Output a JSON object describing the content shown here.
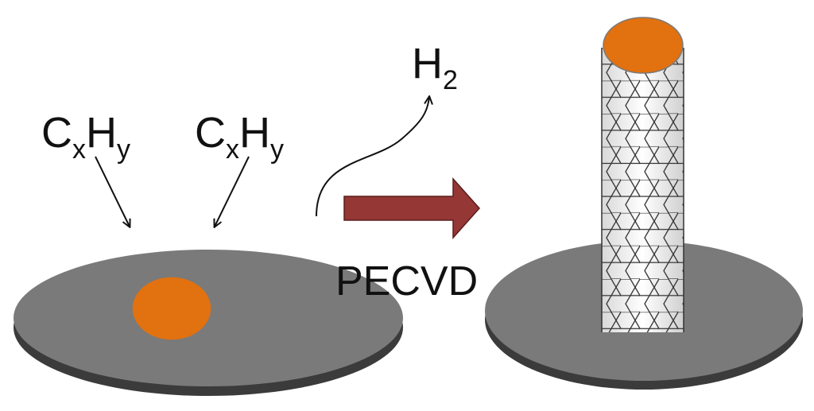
{
  "labels": {
    "precursor_left_main1": "C",
    "precursor_left_sub1": "x",
    "precursor_left_main2": "H",
    "precursor_left_sub2": "y",
    "precursor_right_main1": "C",
    "precursor_right_sub1": "x",
    "precursor_right_main2": "H",
    "precursor_right_sub2": "y",
    "byproduct_main": "H",
    "byproduct_sub": "2",
    "process": "PECVD"
  },
  "colors": {
    "substrate_top": "#7a7a7a",
    "substrate_edge": "#3b3b3b",
    "catalyst": "#e2710f",
    "catalyst_outline": "#7a7a7a",
    "process_arrow": "#953735",
    "process_arrow_outline": "#5a1e1c",
    "nanotube_lattice": "#333333",
    "text": "#111111"
  },
  "icons": {
    "process_arrow": "right-arrow-icon",
    "precursor_arrows": "arrow-down-icon",
    "gas_release_arrow": "curved-arrow-up-icon"
  }
}
